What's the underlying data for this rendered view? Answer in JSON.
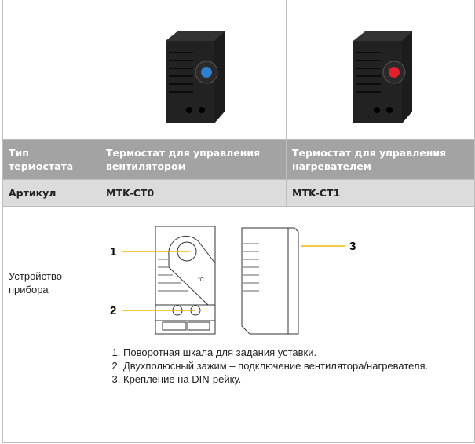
{
  "header": {
    "type_label": "Тип термостата",
    "col1": "Термостат для управления вентилятором",
    "col2": "Термостат для управления нагревателем"
  },
  "article": {
    "label": "Артикул",
    "col1": "MTK-CT0",
    "col2": "MTK-CT1"
  },
  "device": {
    "label": "Устройство прибора",
    "callouts": [
      "1",
      "2",
      "3"
    ],
    "unit": "°C",
    "notes": [
      "Поворотная шкала для задания уставки.",
      "Двухполюсный зажим – подключение вентилятора/нагревателя.",
      "Крепление на DIN-рейку."
    ]
  },
  "colors": {
    "fan_dial": "#2f7fd0",
    "heater_dial": "#e0202a",
    "header_bg": "#a3a3a3",
    "callout_line": "#f0b800"
  }
}
